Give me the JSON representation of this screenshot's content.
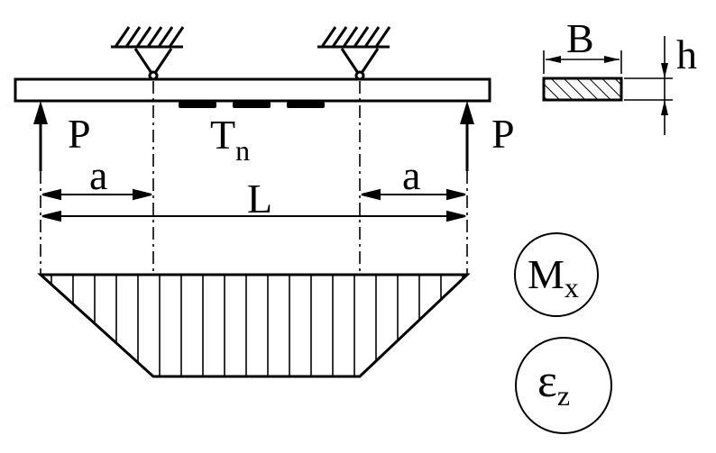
{
  "labels": {
    "force_left": "P",
    "force_right": "P",
    "dist_left": "a",
    "dist_right": "a",
    "span": "L",
    "gauge_main": "T",
    "gauge_sub": "n",
    "section_width": "B",
    "section_height": "h",
    "moment_main": "M",
    "moment_sub": "x",
    "strain_main": "ε",
    "strain_sub": "z"
  },
  "colors": {
    "ink": "#000000",
    "background": "#ffffff"
  }
}
